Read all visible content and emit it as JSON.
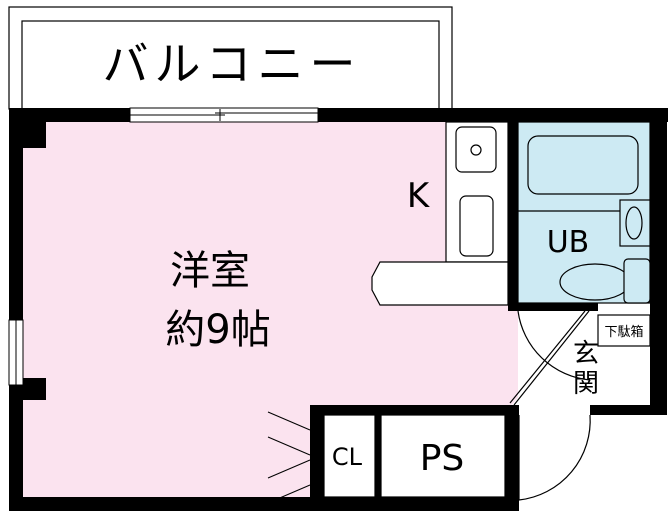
{
  "balcony": {
    "label": "バルコニー"
  },
  "rooms": {
    "western_room": {
      "label_line1": "洋室",
      "label_line2": "約9帖"
    },
    "kitchen": {
      "label": "K"
    },
    "unit_bath": {
      "label": "UB"
    },
    "entrance": {
      "label_line1": "玄",
      "label_line2": "関"
    },
    "shoe_box": {
      "label": "下駄箱"
    },
    "closet": {
      "label": "CL"
    },
    "pipe_space": {
      "label": "PS"
    }
  },
  "colors": {
    "room": "#fbe3ef",
    "bath": "#cdeaf3",
    "wall": "#000000"
  }
}
